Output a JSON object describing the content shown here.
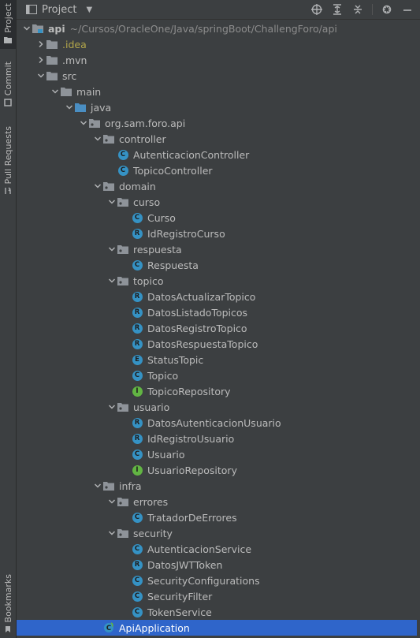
{
  "sidebar": {
    "tabs": [
      {
        "label": "Project",
        "active": true
      },
      {
        "label": "Commit",
        "active": false
      },
      {
        "label": "Pull Requests",
        "active": false
      },
      {
        "label": "Bookmarks",
        "active": false
      }
    ]
  },
  "header": {
    "title": "Project",
    "dropdown_icon": "caret-down-icon",
    "icons": [
      "crosshair-icon",
      "expand-all-icon",
      "collapse-all-icon",
      "gear-icon",
      "minimize-icon"
    ]
  },
  "colors": {
    "class": "#3592c4",
    "record": "#3592c4",
    "enum": "#3592c4",
    "interface": "#62b543",
    "idea_folder": "#b3a64a",
    "selection": "#2f65ca"
  },
  "tree": [
    {
      "label": "api",
      "type": "module",
      "expanded": true,
      "path": "~/Cursos/OracleOne/Java/springBoot/ChallengForo/api"
    },
    {
      "label": ".idea",
      "type": "folder",
      "expanded": false,
      "style": "idea"
    },
    {
      "label": ".mvn",
      "type": "folder",
      "expanded": false
    },
    {
      "label": "src",
      "type": "folder",
      "expanded": true
    },
    {
      "label": "main",
      "type": "folder",
      "expanded": true
    },
    {
      "label": "java",
      "type": "source-folder",
      "expanded": true
    },
    {
      "label": "org.sam.foro.api",
      "type": "package",
      "expanded": true
    },
    {
      "label": "controller",
      "type": "package",
      "expanded": true
    },
    {
      "label": "AutenticacionController",
      "type": "class"
    },
    {
      "label": "TopicoController",
      "type": "class"
    },
    {
      "label": "domain",
      "type": "package",
      "expanded": true
    },
    {
      "label": "curso",
      "type": "package",
      "expanded": true
    },
    {
      "label": "Curso",
      "type": "class"
    },
    {
      "label": "IdRegistroCurso",
      "type": "record"
    },
    {
      "label": "respuesta",
      "type": "package",
      "expanded": true
    },
    {
      "label": "Respuesta",
      "type": "class"
    },
    {
      "label": "topico",
      "type": "package",
      "expanded": true
    },
    {
      "label": "DatosActualizarTopico",
      "type": "record"
    },
    {
      "label": "DatosListadoTopicos",
      "type": "record"
    },
    {
      "label": "DatosRegistroTopico",
      "type": "record"
    },
    {
      "label": "DatosRespuestaTopico",
      "type": "record"
    },
    {
      "label": "StatusTopic",
      "type": "enum"
    },
    {
      "label": "Topico",
      "type": "class"
    },
    {
      "label": "TopicoRepository",
      "type": "interface"
    },
    {
      "label": "usuario",
      "type": "package",
      "expanded": true
    },
    {
      "label": "DatosAutenticacionUsuario",
      "type": "record"
    },
    {
      "label": "IdRegistroUsuario",
      "type": "record"
    },
    {
      "label": "Usuario",
      "type": "class"
    },
    {
      "label": "UsuarioRepository",
      "type": "interface"
    },
    {
      "label": "infra",
      "type": "package",
      "expanded": true
    },
    {
      "label": "errores",
      "type": "package",
      "expanded": true
    },
    {
      "label": "TratadorDeErrores",
      "type": "class"
    },
    {
      "label": "security",
      "type": "package",
      "expanded": true
    },
    {
      "label": "AutenticacionService",
      "type": "class"
    },
    {
      "label": "DatosJWTToken",
      "type": "record"
    },
    {
      "label": "SecurityConfigurations",
      "type": "class"
    },
    {
      "label": "SecurityFilter",
      "type": "class"
    },
    {
      "label": "TokenService",
      "type": "class"
    },
    {
      "label": "ApiApplication",
      "type": "spring-app",
      "selected": true
    }
  ]
}
